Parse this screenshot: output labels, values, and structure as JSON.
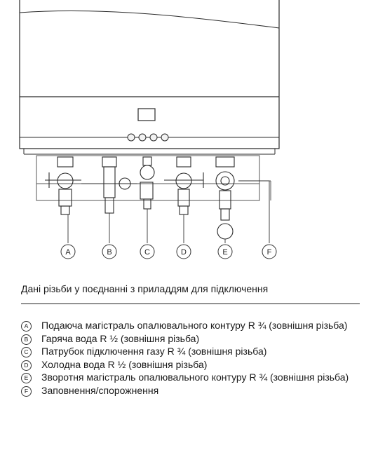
{
  "figure": {
    "callouts": [
      "A",
      "B",
      "C",
      "D",
      "E",
      "F"
    ]
  },
  "caption": "Дані різьби у поєднанні з приладдям для підключення",
  "legend": [
    {
      "letter": "A",
      "text": "Подаюча магістраль опалювального контуру R ¾ (зовнішня різьба)"
    },
    {
      "letter": "B",
      "text": "Гаряча вода R ½ (зовнішня різьба)"
    },
    {
      "letter": "C",
      "text": "Патрубок підключення газу R ¾ (зовнішня різьба)"
    },
    {
      "letter": "D",
      "text": "Холодна вода R ½ (зовнішня різьба)"
    },
    {
      "letter": "E",
      "text": "Зворотня магістраль опалювального контуру R ¾ (зовнішня різьба)"
    },
    {
      "letter": "F",
      "text": "Заповнення/спорожнення"
    }
  ]
}
